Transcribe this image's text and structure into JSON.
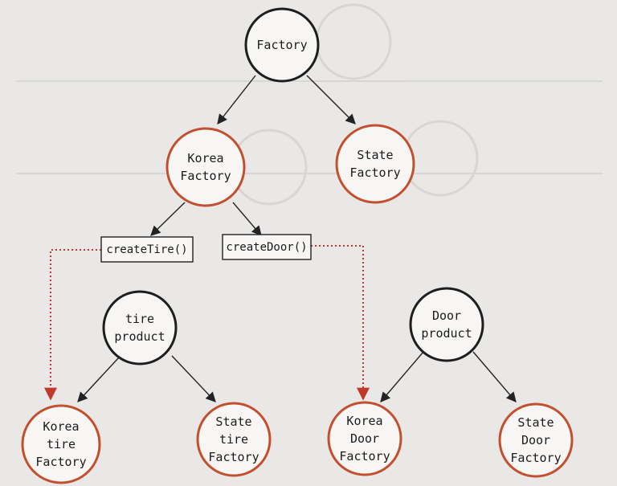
{
  "colors": {
    "background": "#e9e8e6",
    "abstract_stroke": "#1e1e1e",
    "concrete_stroke": "#c2502f",
    "node_fill": "#f7f6f4",
    "arrow": "#222222",
    "dotted_arrow": "#c0392b",
    "ghost": "#c9c8c6"
  },
  "diagram": {
    "nodes": {
      "factory": "Factory",
      "korea_factory": "Korea\nFactory",
      "state_factory": "State\nFactory",
      "tire_product": "tire\nproduct",
      "door_product": "Door\nproduct",
      "korea_tire_factory": "Korea\ntire\nFactory",
      "state_tire_factory": "State\ntire\nFactory",
      "korea_door_factory": "Korea\nDoor\nFactory",
      "state_door_factory": "State\nDoor\nFactory"
    },
    "methods": {
      "create_tire": "createTire()",
      "create_door": "createDoor()"
    }
  }
}
